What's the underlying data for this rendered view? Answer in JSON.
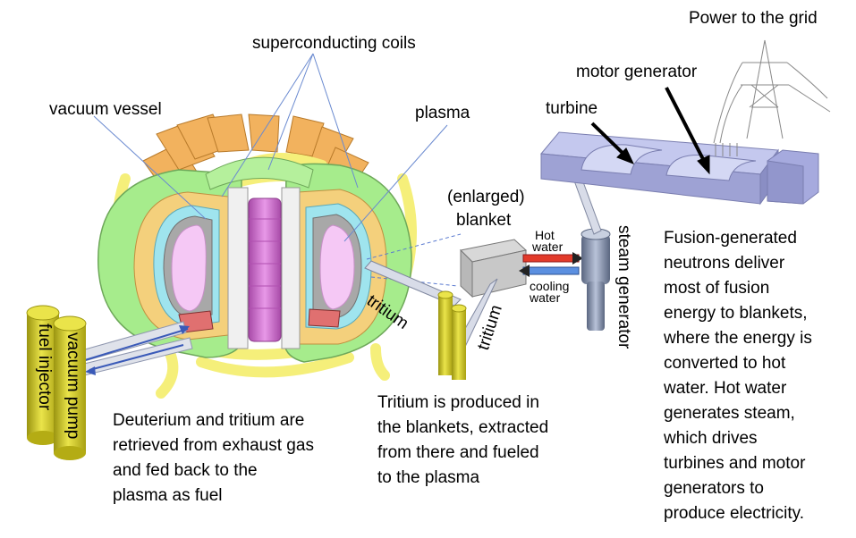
{
  "labels": {
    "power_to_grid": "Power to the grid",
    "motor_generator": "motor generator",
    "superconducting_coils": "superconducting coils",
    "vacuum_vessel": "vacuum vessel",
    "plasma": "plasma",
    "turbine": "turbine",
    "enlarged": "(enlarged)",
    "blanket": "blanket",
    "hot": "Hot",
    "water": "water",
    "cooling": "cooling",
    "water2": "water",
    "steam_generator": "steam generator",
    "tritium_1": "tritium",
    "tritium_2": "tritium",
    "vacuum_pump": "vacuum pump",
    "fuel_injector": "fuel injector"
  },
  "captions": {
    "fusion_text": "Fusion-generated\nneutrons deliver\nmost of fusion\nenergy to blankets,\nwhere the energy is\nconverted to hot\nwater. Hot water\ngenerates steam,\nwhich drives\nturbines and motor\ngenerators to\nproduce electricity.",
    "tritium_text": "Tritium is produced in\nthe blankets, extracted\nfrom there and fueled\nto the plasma",
    "deuterium_text": "Deuterium and tritium are\nretrieved from exhaust gas\nand fed back to the\nplasma as fuel"
  },
  "colors": {
    "coil_orange": "#f2b25e",
    "coil_yellow": "#f5ef7a",
    "vessel_green": "#a6ec8c",
    "plasma_pink": "#f5c8f5",
    "central_solenoid": "#d977d9",
    "cyan_layer": "#9fe4ee",
    "turbine_lavender": "#b4b8e6",
    "cylinder_yellow": "#d8d00c",
    "hot_water_red": "#e23a2a",
    "cooling_water_blue": "#5b8fe0"
  }
}
